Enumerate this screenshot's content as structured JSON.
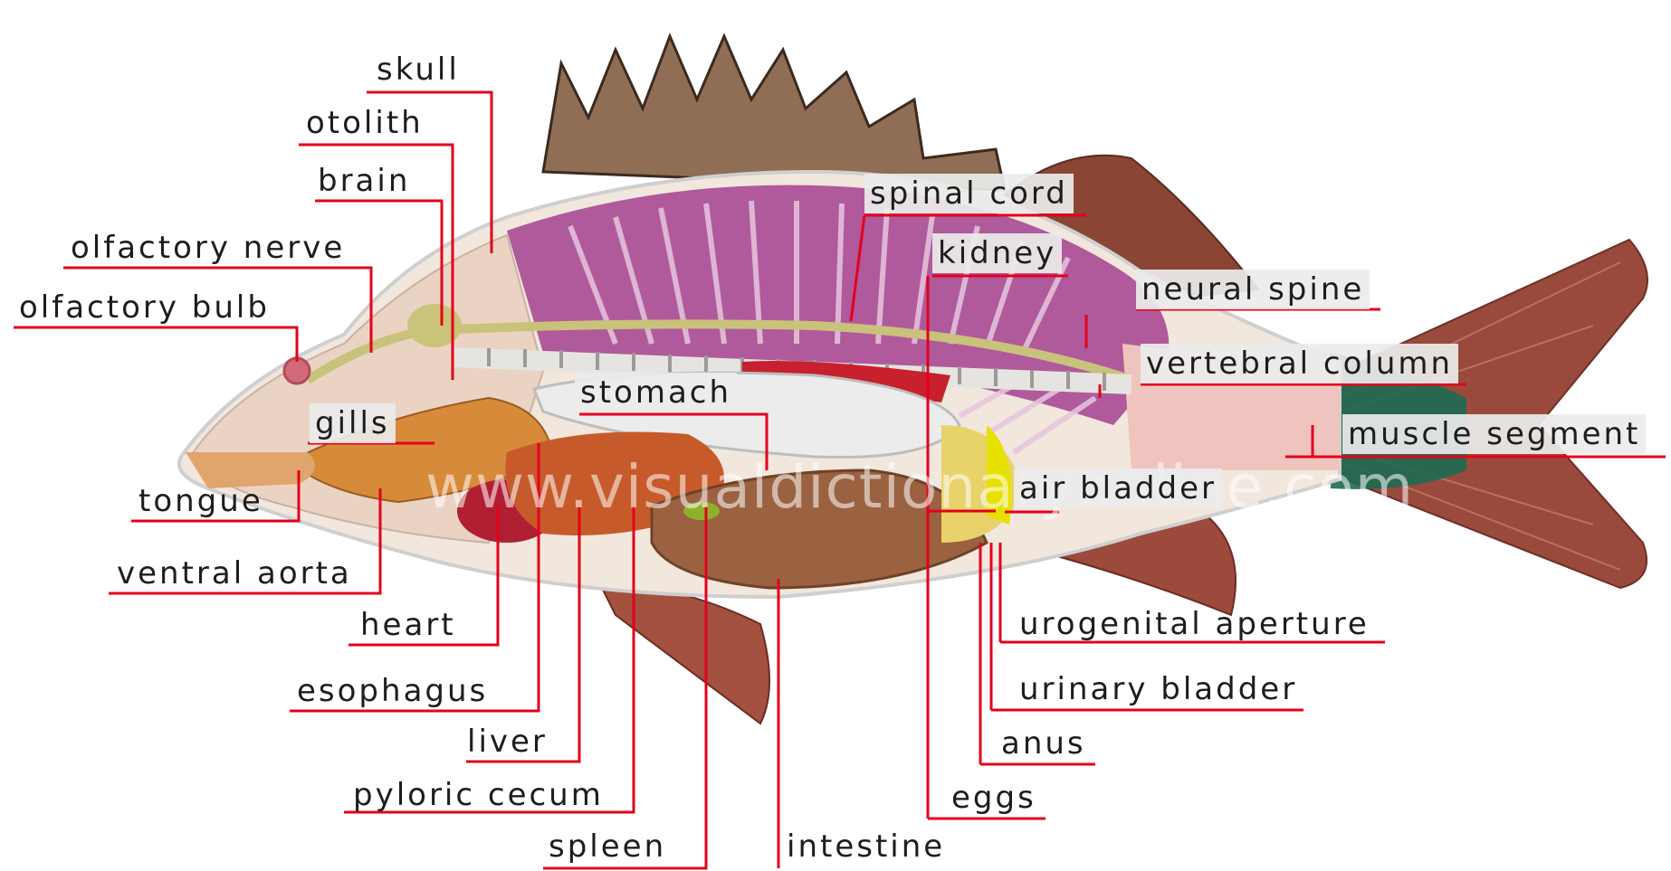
{
  "diagram": {
    "subject": "",
    "colors": {
      "leader_line": "#e4001b",
      "muscle": "#b05a9c",
      "skin_outline": "#d6d6d6",
      "fin": "#9a4a3c",
      "tail_base": "#1e6a52"
    },
    "watermark": "www.visualdictionaryonline.com",
    "labels": {
      "skull": "skull",
      "otolith": "otolith",
      "brain": "brain",
      "olfactory_nerve": "olfactory nerve",
      "olfactory_bulb": "olfactory bulb",
      "gills": "gills",
      "tongue": "tongue",
      "ventral_aorta": "ventral aorta",
      "heart": "heart",
      "esophagus": "esophagus",
      "liver": "liver",
      "pyloric_cecum": "pyloric cecum",
      "spleen": "spleen",
      "intestine": "intestine",
      "stomach": "stomach",
      "spinal_cord": "spinal cord",
      "kidney": "kidney",
      "neural_spine": "neural spine",
      "vertebral_column": "vertebral column",
      "muscle_segment": "muscle segment",
      "air_bladder": "air bladder",
      "urogenital_aperture": "urogenital aperture",
      "urinary_bladder": "urinary bladder",
      "anus": "anus",
      "eggs": "eggs"
    }
  }
}
